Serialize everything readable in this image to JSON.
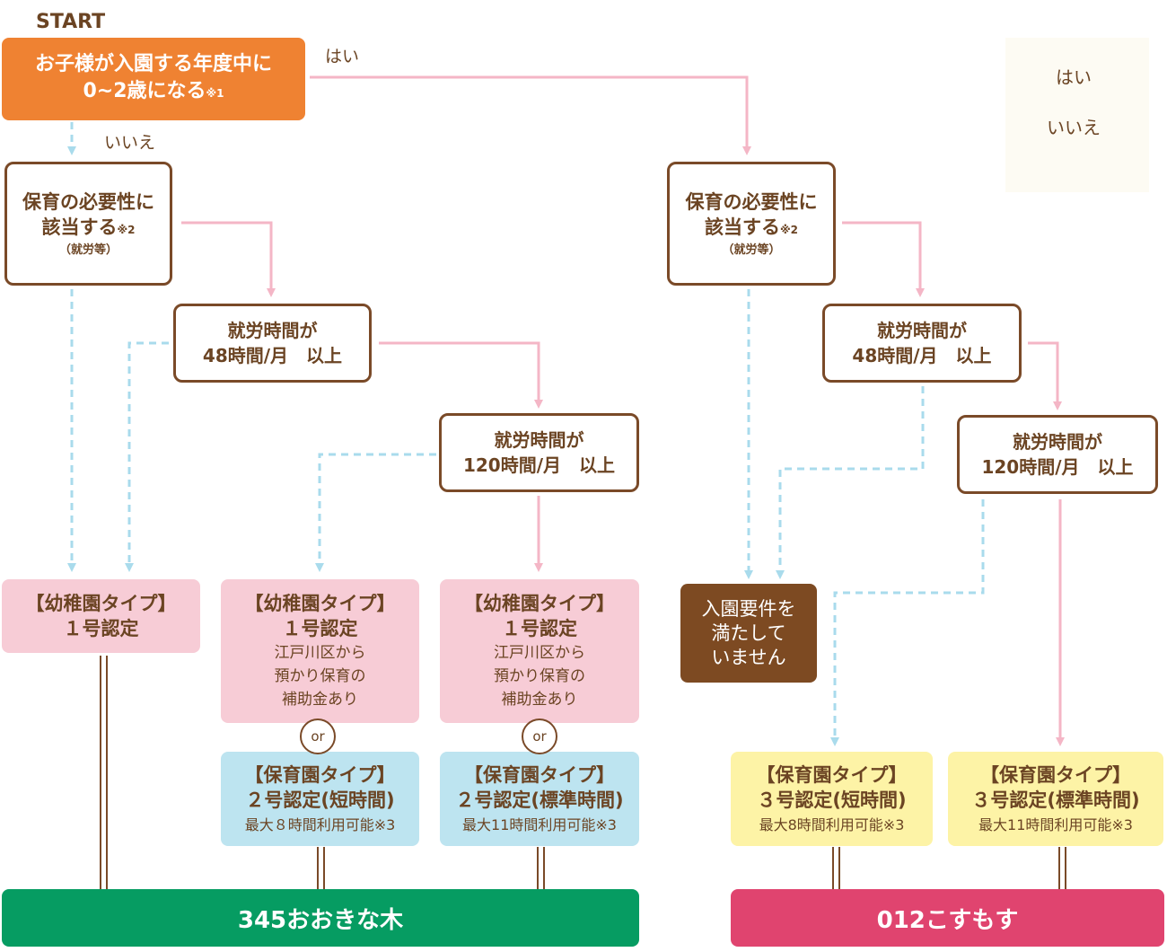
{
  "start": {
    "label": "START",
    "line1": "お子様が入園する年度中に",
    "line2": "0~2歳になる",
    "note": "※1"
  },
  "labels": {
    "yes": "はい",
    "no": "いいえ"
  },
  "legend": {
    "yes": "はい",
    "no": "いいえ"
  },
  "left_need": {
    "line1": "保育の必要性に",
    "line2": "該当する",
    "note": "※2",
    "line3": "（就労等）"
  },
  "right_need": {
    "line1": "保育の必要性に",
    "line2": "該当する",
    "note": "※2",
    "line3": "（就労等）"
  },
  "left_work48": {
    "line1": "就労時間が",
    "line2": "48時間/月　以上"
  },
  "left_work120": {
    "line1": "就労時間が",
    "line2": "120時間/月　以上"
  },
  "right_work48": {
    "line1": "就労時間が",
    "line2": "48時間/月　以上"
  },
  "right_work120": {
    "line1": "就労時間が",
    "line2": "120時間/月　以上"
  },
  "kinder_a": {
    "type": "【幼稚園タイプ】",
    "cert": "１号認定"
  },
  "kinder_b": {
    "type": "【幼稚園タイプ】",
    "cert": "１号認定",
    "sub1": "江戸川区から",
    "sub2": "預かり保育の",
    "sub3": "補助金あり"
  },
  "kinder_c": {
    "type": "【幼稚園タイプ】",
    "cert": "１号認定",
    "sub1": "江戸川区から",
    "sub2": "預かり保育の",
    "sub3": "補助金あり"
  },
  "or_label": "or",
  "nursery_short": {
    "type": "【保育園タイプ】",
    "cert": "２号認定(短時間)",
    "note": "最大８時間利用可能※3"
  },
  "nursery_std": {
    "type": "【保育園タイプ】",
    "cert": "２号認定(標準時間)",
    "note": "最大11時間利用可能※3"
  },
  "nursery3_short": {
    "type": "【保育園タイプ】",
    "cert": "３号認定(短時間)",
    "note": "最大8時間利用可能※3"
  },
  "nursery3_std": {
    "type": "【保育園タイプ】",
    "cert": "３号認定(標準時間)",
    "note": "最大11時間利用可能※3"
  },
  "not_fit": {
    "line1": "入園要件を",
    "line2": "満たして",
    "line3": "いません"
  },
  "banner_left": "345おおきな木",
  "banner_right": "012こすもす",
  "colors": {
    "start": "#ef8232",
    "yes_arrow": "#f4b6c6",
    "no_arrow": "#a9dbec",
    "banner_left": "#069c62",
    "banner_right": "#e0446f",
    "not_fit": "#7d4a22"
  }
}
